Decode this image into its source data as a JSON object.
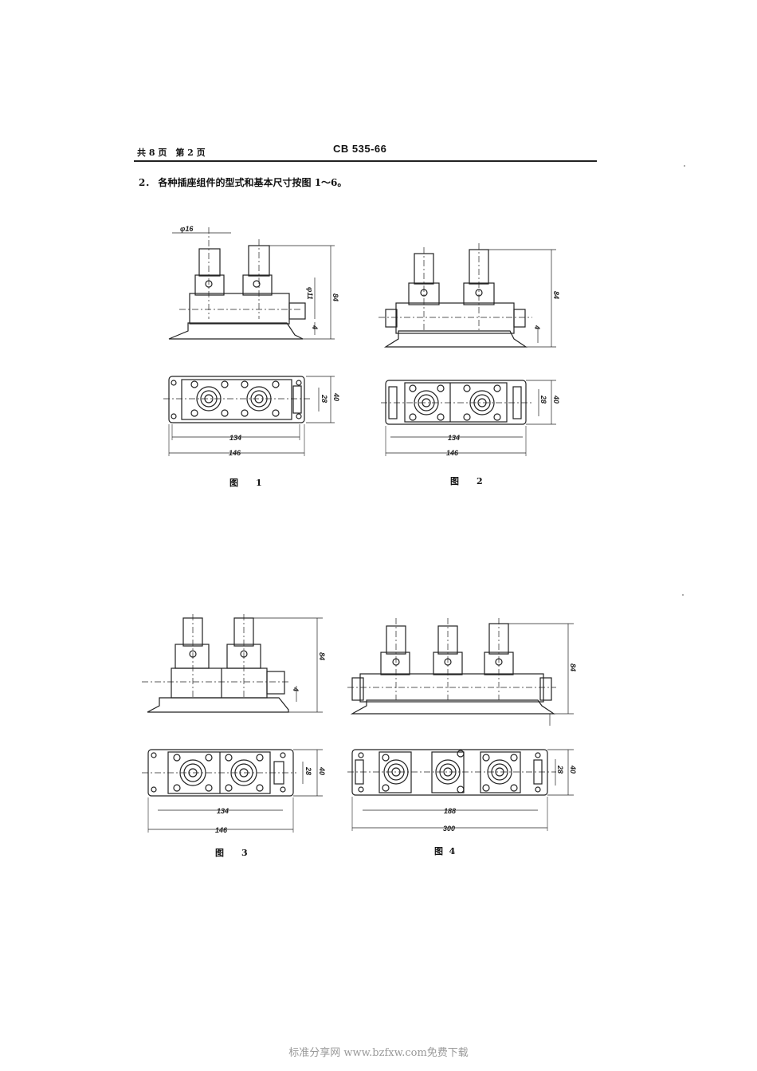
{
  "header": {
    "pages": "共 8 页　第 2 页",
    "code": "CB 535-66"
  },
  "clause": "2．  各种插座组件的型式和基本尺寸按图 1～6。",
  "figures": [
    {
      "caption": "图　　1",
      "dims": [
        "φ16",
        "φ11",
        "84",
        "4",
        "28",
        "40",
        "134",
        "146"
      ]
    },
    {
      "caption": "图　　2",
      "dims": [
        "84",
        "4",
        "28",
        "40",
        "134",
        "146"
      ]
    },
    {
      "caption": "图　　3",
      "dims": [
        "84",
        "4",
        "28",
        "40",
        "134",
        "146"
      ]
    },
    {
      "caption": "图 ⁠ 4",
      "dims": [
        "84",
        "28",
        "40",
        "188",
        "300"
      ]
    }
  ],
  "footer": "标准分享网  www.bzfxw.com免费下载"
}
